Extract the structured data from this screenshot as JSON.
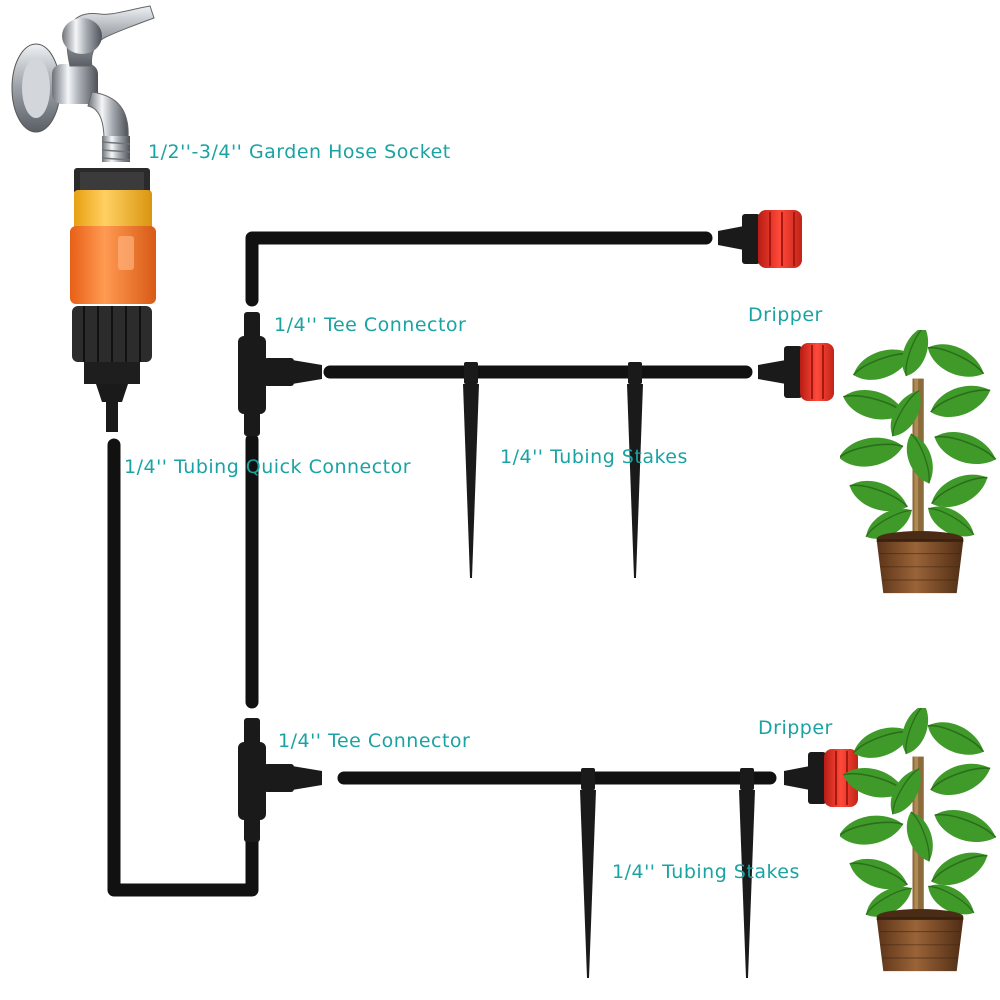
{
  "labels": {
    "socket": "1/2''-3/4'' Garden Hose Socket",
    "tee_top": "1/4'' Tee Connector",
    "tee_bottom": "1/4'' Tee Connector",
    "quick": "1/4'' Tubing Quick Connector",
    "stakes_top": "1/4'' Tubing Stakes",
    "stakes_bottom": "1/4'' Tubing Stakes",
    "dripper_mid": "Dripper",
    "dripper_bottom": "Dripper"
  },
  "colors": {
    "label": "#1aa3a3",
    "tube": "#111111",
    "dripper": "#e8342a",
    "connector_yellow": "#f7b521",
    "connector_orange": "#f77b2c",
    "pot": "#7a4a2a",
    "leaf": "#3f9a2a"
  }
}
